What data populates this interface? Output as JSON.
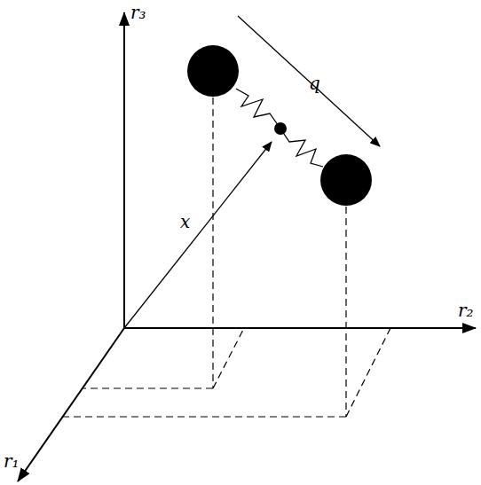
{
  "diagram": {
    "labels": [
      "r₃",
      "r₂",
      "r₁",
      "x",
      "q"
    ]
  }
}
